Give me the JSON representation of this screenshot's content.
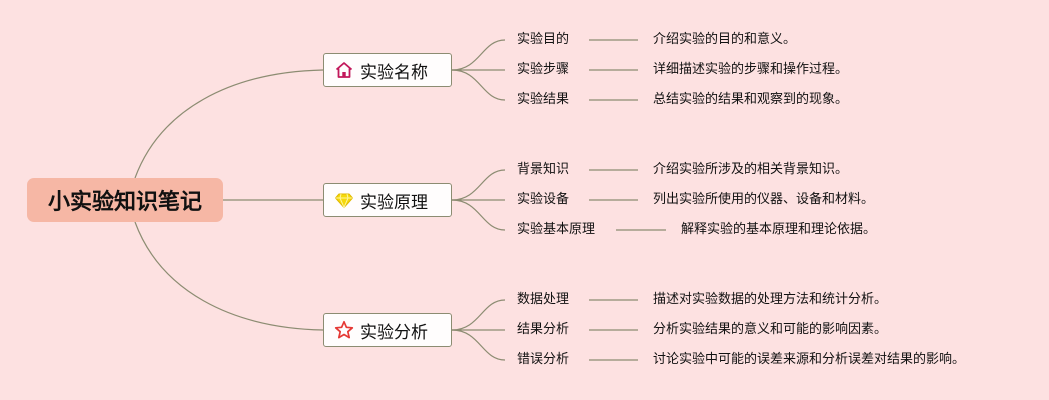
{
  "root": {
    "title": "小实验知识笔记"
  },
  "branches": [
    {
      "title": "实验名称",
      "icon": "house-icon",
      "items": [
        {
          "label": "实验目的",
          "desc": "介绍实验的目的和意义。"
        },
        {
          "label": "实验步骤",
          "desc": "详细描述实验的步骤和操作过程。"
        },
        {
          "label": "实验结果",
          "desc": "总结实验的结果和观察到的现象。"
        }
      ]
    },
    {
      "title": "实验原理",
      "icon": "diamond-icon",
      "items": [
        {
          "label": "背景知识",
          "desc": "介绍实验所涉及的相关背景知识。"
        },
        {
          "label": "实验设备",
          "desc": "列出实验所使用的仪器、设备和材料。"
        },
        {
          "label": "实验基本原理",
          "desc": "解释实验的基本原理和理论依据。"
        }
      ]
    },
    {
      "title": "实验分析",
      "icon": "star-icon",
      "items": [
        {
          "label": "数据处理",
          "desc": "描述对实验数据的处理方法和统计分析。"
        },
        {
          "label": "结果分析",
          "desc": "分析实验结果的意义和可能的影响因素。"
        },
        {
          "label": "错误分析",
          "desc": "讨论实验中可能的误差来源和分析误差对结果的影响。"
        }
      ]
    }
  ],
  "colors": {
    "background": "#fde1e1",
    "root_fill": "#f6b7a5",
    "line": "#8c8c72",
    "house_icon": "#c2185b",
    "diamond_icon": "#f5d90a",
    "star_icon": "#e53935"
  }
}
